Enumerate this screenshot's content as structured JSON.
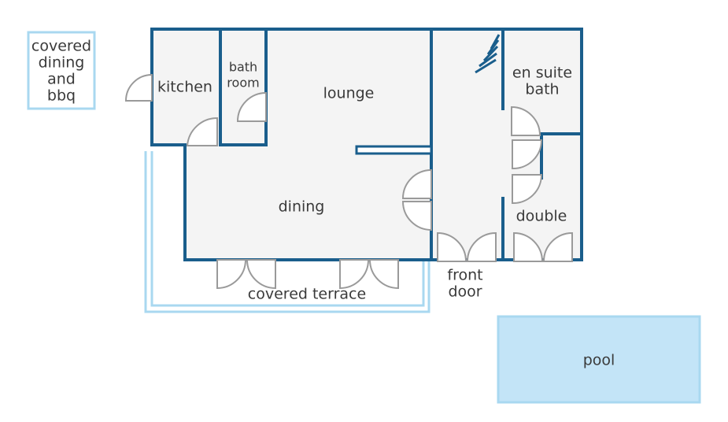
{
  "labels": {
    "covered_dining": [
      "covered",
      "dining",
      "and",
      "bbq"
    ],
    "kitchen": "kitchen",
    "bathroom": [
      "bath",
      "room"
    ],
    "lounge": "lounge",
    "dining": "dining",
    "en_suite": [
      "en suite",
      "bath"
    ],
    "double": "double",
    "front_door": [
      "front",
      "door"
    ],
    "covered_terrace": "covered terrace",
    "pool": "pool"
  },
  "colors": {
    "wall": "#1a5e8c",
    "floor": "#f4f4f4",
    "light_outline": "#a9d8f0",
    "pool_fill": "#c3e4f7",
    "door": "#9a9a9a",
    "text": "#3a3a3a"
  }
}
